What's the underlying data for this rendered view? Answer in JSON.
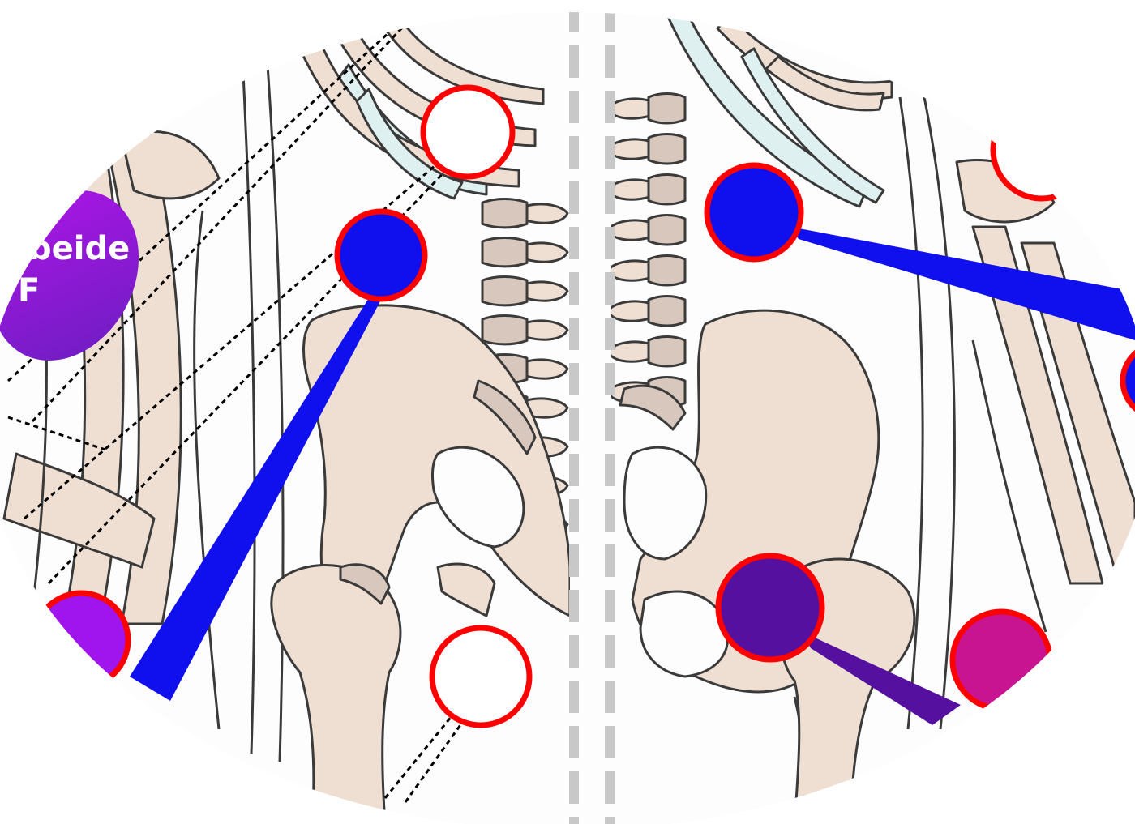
{
  "colors": {
    "background": "#ffffff",
    "skin": "#fdfdfd",
    "bone": "#eedfd2",
    "bone_shadow": "#d8c7bc",
    "cartilage": "#dff0f1",
    "outline": "#3a3a3a",
    "divider": "#c8c8c8",
    "marker_ring": "#ff0000",
    "marker_blue": "#1010ee",
    "marker_indigo": "#5510a0",
    "marker_purple": "#a015ee",
    "marker_magenta": "#c81490",
    "bubble_gradient_start": "#b015e8",
    "bubble_gradient_end": "#6a1ec0",
    "bubble_text": "#ffffff"
  },
  "panels": [
    {
      "name": "left-panel",
      "view": "body-view"
    },
    {
      "name": "right-panel",
      "view": "body-view"
    }
  ],
  "markers": [
    {
      "name": "marker-left-upper-open",
      "fill": "open",
      "pointer": "dotted"
    },
    {
      "name": "marker-left-upper-blue",
      "fill": "blue",
      "pointer": "solid-blue"
    },
    {
      "name": "marker-left-lower-open",
      "fill": "open",
      "pointer": "dotted"
    },
    {
      "name": "marker-left-edge-purple",
      "fill": "purple",
      "pointer": "none"
    },
    {
      "name": "marker-right-upper-blue",
      "fill": "blue",
      "pointer": "solid-blue"
    },
    {
      "name": "marker-right-upper-open",
      "fill": "open",
      "pointer": "none"
    },
    {
      "name": "marker-right-lower-indigo",
      "fill": "indigo",
      "pointer": "solid-indigo"
    },
    {
      "name": "marker-right-lower-magenta",
      "fill": "magenta",
      "pointer": "none"
    }
  ],
  "callout": {
    "line1": "beide",
    "line2": "F"
  }
}
